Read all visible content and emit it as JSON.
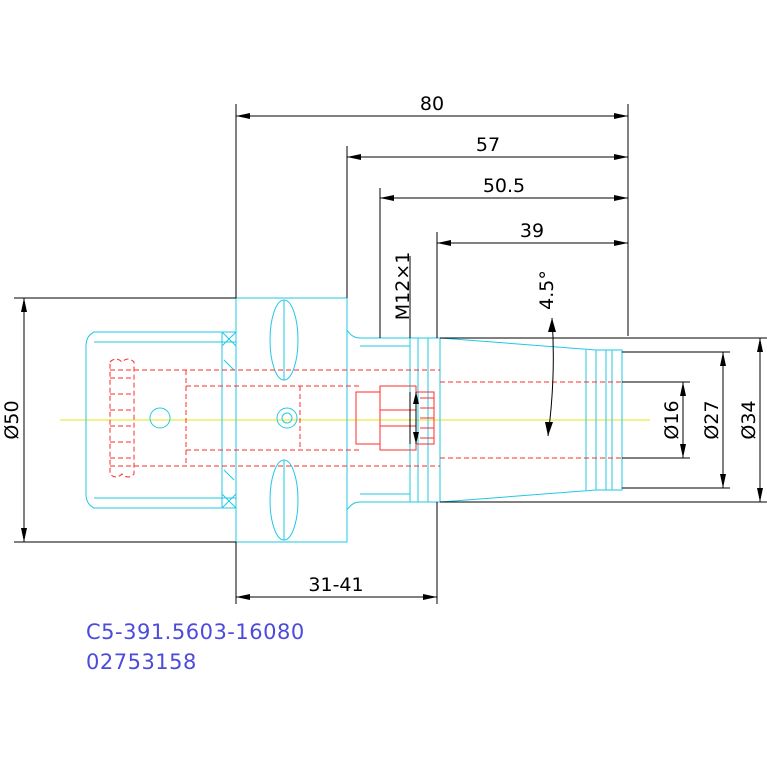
{
  "dimensions": {
    "total_length": "80",
    "length_57": "57",
    "length_50_5": "50.5",
    "length_39": "39",
    "adjust_range": "31-41",
    "angle": "4.5°",
    "thread": "M12×1",
    "dia_flange": "Ø50",
    "dia_bore": "Ø16",
    "dia_mid": "Ø27",
    "dia_tip": "Ø34"
  },
  "caption": {
    "part_number": "C5-391.5603-16080",
    "item_code": "02753158"
  },
  "colors": {
    "outline": "#22c8e6",
    "hidden": "#ff2b2b",
    "center_line": "#e6e61a",
    "dimension": "#000000",
    "caption": "#4b4bdc"
  }
}
